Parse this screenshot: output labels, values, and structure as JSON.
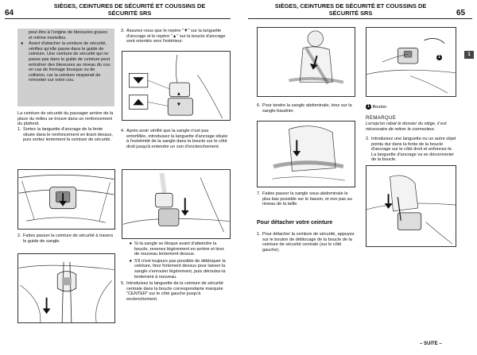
{
  "header": {
    "left_page": "64",
    "right_page": "65",
    "title_line1": "SIÈGES, CEINTURES DE SÉCURITÉ ET COUSSINS DE",
    "title_line2": "SÉCURITÉ SRS"
  },
  "left": {
    "box_text1": "peut être à l'origine de blessures graves et même mortelles.",
    "box_bullet": "Avant d'attacher la ceinture de sécurité, vérifiez qu'elle passe dans le guide de ceinture. Une ceinture de sécurité qui ne passe pas dans le guide de ceinture peut entraîner des blessures au niveau du cou en cas de freinage brusque ou de collision, car la ceinture risquerait de remonter sur votre cou.",
    "intro": "La ceinture de sécurité du passager arrière de la place du milieu se trouve dans un renfoncement du plafond.",
    "step1_num": "1.",
    "step1": "Sortez la languette d'ancrage de la fente située dans le renfoncement en tirant dessus, puis sortez lentement la ceinture de sécurité.",
    "step2_num": "2.",
    "step2": "Faites passer la ceinture de sécurité à travers le guide de sangle."
  },
  "middle": {
    "step3_num": "3.",
    "step3": "Assurez-vous que le repère \"▼\" sur la languette d'ancrage et le repère \"▲\" sur la boucle d'ancrage sont orientés vers l'extérieur.",
    "step4_num": "4.",
    "step4": "Après avoir vérifié que la sangle n'est pas entortillée, introduisez la languette d'ancrage située à l'extrémité de la sangle dans la boucle sur le côté droit jusqu'à entendre un son d'enclenchement.",
    "bullet1": "Si la sangle se bloque avant d'atteindre la boucle, revenez légèrement en arrière et tirez de nouveau lentement dessus.",
    "bullet2": "S'il n'est toujours pas possible de débloquer la ceinture, tirez fortement dessus pour laisser la sangle s'enrouler légèrement, puis déroulez-la lentement à nouveau.",
    "step5_num": "5.",
    "step5": "Introduisez la languette de la ceinture de sécurité centrale dans la boucle correspondante marquée \"CENTER\" sur le côté gauche jusqu'à enclenchement."
  },
  "right": {
    "step6_num": "6.",
    "step6": "Pour tendre la sangle abdominale, tirez sur la sangle-baudrier.",
    "step7_num": "7.",
    "step7": "Faites passer la sangle sous-abdominale le plus bas possible sur le bassin, et non pas au niveau de la taille.",
    "section_title": "Pour détacher votre ceinture",
    "d1_num": "1.",
    "d1": "Pour détacher la ceinture de sécurité, appuyez sur le bouton de déblocage de la boucle de la ceinture de sécurité centrale (sur le côté gauche).",
    "badge": "1",
    "badge_label": "Bouton",
    "remark_title": "REMARQUE",
    "remark": "Lorsqu'on rabat le dossier du siège, il est nécessaire de retirer le connecteur.",
    "d2_num": "2.",
    "d2": "Introduisez une languette ou un autre objet pointu dur dans la fente de la boucle d'ancrage sur le côté droit et enfoncez-le. La languette d'ancrage va se déconnecter de la boucle.",
    "tab": "1",
    "footer": "– SUITE –"
  }
}
